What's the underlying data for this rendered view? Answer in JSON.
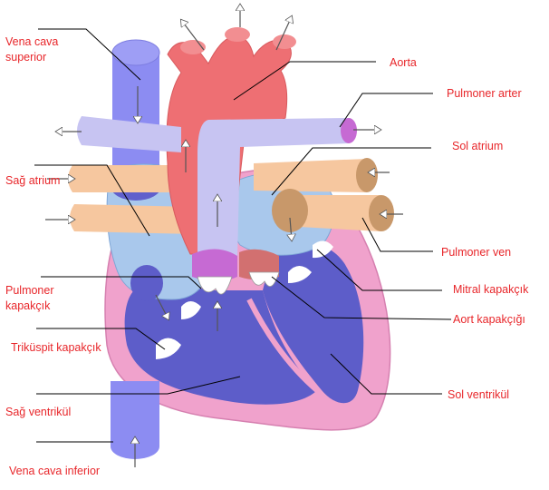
{
  "colors": {
    "label": "#e8262a",
    "vessel_blue": "#8c8cf2",
    "atrium_light_blue": "#a9c8ec",
    "ventricle_blue": "#5d5dc9",
    "aorta_red": "#ee6f73",
    "pulmonary_lavender": "#c7c4f2",
    "pulmonary_vein_orange": "#f6c79f",
    "vein_cap_brown": "#c8986a",
    "heart_wall_pink": "#f0a2cc",
    "valve_purple": "#c66ad3",
    "leader_line": "#000000"
  },
  "labels": {
    "vena_cava_superior": "Vena cava\nsuperior",
    "sag_atrium": "Sağ atrium",
    "pulmoner_kapakcik": "Pulmoner\nkapakçık",
    "trikuspit_kapakcik": "Triküspit kapakçık",
    "sag_ventrikul": "Sağ ventrikül",
    "vena_cava_inferior": "Vena cava inferior",
    "aorta": "Aorta",
    "pulmoner_arter": "Pulmoner arter",
    "sol_atrium": "Sol atrium",
    "pulmoner_ven": "Pulmoner ven",
    "mitral_kapakcik": "Mitral kapakçık",
    "aort_kapakcigi": "Aort kapakçığı",
    "sol_ventrikul": "Sol ventrikül"
  }
}
